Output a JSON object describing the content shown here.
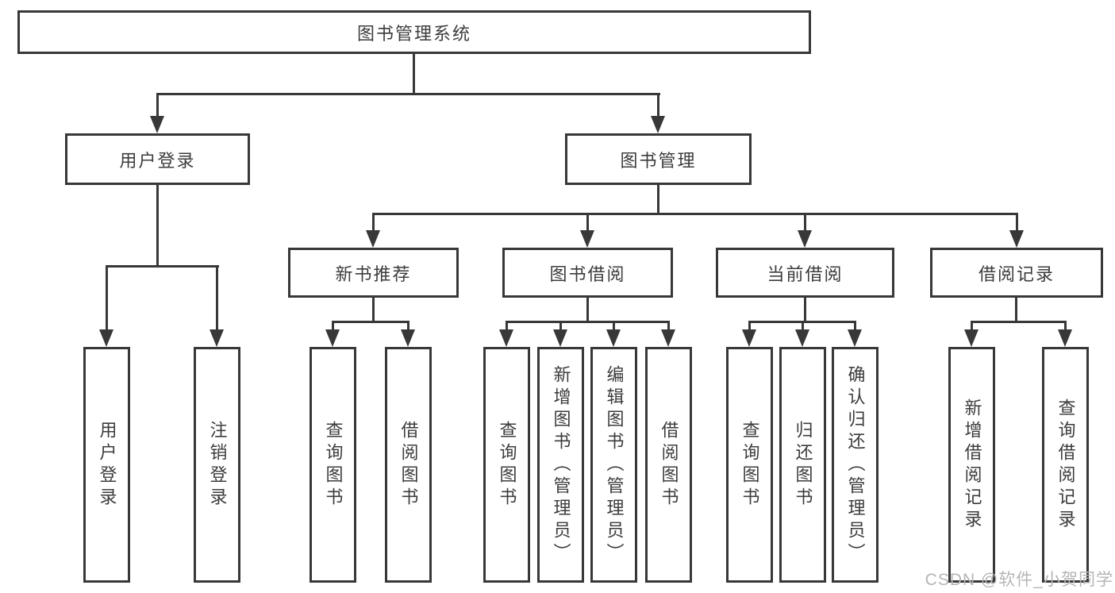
{
  "tree": {
    "root": "图书管理系统",
    "branches": [
      {
        "label": "用户登录",
        "children": [
          "用户登录",
          "注销登录"
        ]
      },
      {
        "label": "图书管理",
        "groups": [
          {
            "label": "新书推荐",
            "children": [
              "查询图书",
              "借阅图书"
            ]
          },
          {
            "label": "图书借阅",
            "children": [
              "查询图书",
              "新增图书（管理员）",
              "编辑图书（管理员）",
              "借阅图书"
            ]
          },
          {
            "label": "当前借阅",
            "children": [
              "查询图书",
              "归还图书",
              "确认归还（管理员）"
            ]
          },
          {
            "label": "借阅记录",
            "children": [
              "新增借阅记录",
              "查询借阅记录"
            ]
          }
        ]
      }
    ]
  },
  "watermark": "CSDN @软件_小贺同学",
  "colors": {
    "line": "#383838",
    "text": "#3c3c3c",
    "watermark": "#b5b5b5",
    "background": "#ffffff"
  }
}
